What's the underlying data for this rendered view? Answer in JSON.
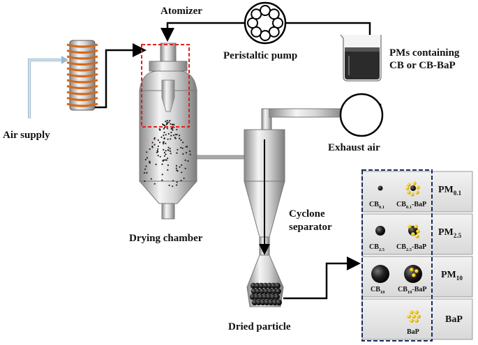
{
  "labels": {
    "atomizer": "Atomizer",
    "pump": "Peristaltic pump",
    "pms_line1": "PMs containing",
    "pms_line2": "CB or CB-BaP",
    "air_supply": "Air supply",
    "exhaust": "Exhaust air",
    "drying_chamber": "Drying chamber",
    "cyclone_line1": "Cyclone",
    "cyclone_line2": "separator",
    "dried_particle": "Dried particle"
  },
  "legend": {
    "rows": [
      {
        "pm_main": "PM",
        "pm_sub": "0.1",
        "cb_main": "CB",
        "cb_sub": "0.1",
        "cbbap_main": "CB",
        "cbbap_sub": "0.1",
        "cbbap_suffix": "-BaP"
      },
      {
        "pm_main": "PM",
        "pm_sub": "2.5",
        "cb_main": "CB",
        "cb_sub": "2.5",
        "cbbap_main": "CB",
        "cbbap_sub": "2.5",
        "cbbap_suffix": "-BaP"
      },
      {
        "pm_main": "PM",
        "pm_sub": "10",
        "cb_main": "CB",
        "cb_sub": "10",
        "cbbap_main": "CB",
        "cbbap_sub": "10",
        "cbbap_suffix": "-BaP"
      }
    ],
    "bap_row": {
      "pm_label": "BaP",
      "item_label": "BaP"
    }
  },
  "colors": {
    "coil": "#d46a1c",
    "dashed_red": "#e02020",
    "dashed_navy": "#1a2a5e",
    "bap_yellow": "#f2c200",
    "metal_dark": "#7a7a7a",
    "metal_light": "#f2f2f2"
  }
}
